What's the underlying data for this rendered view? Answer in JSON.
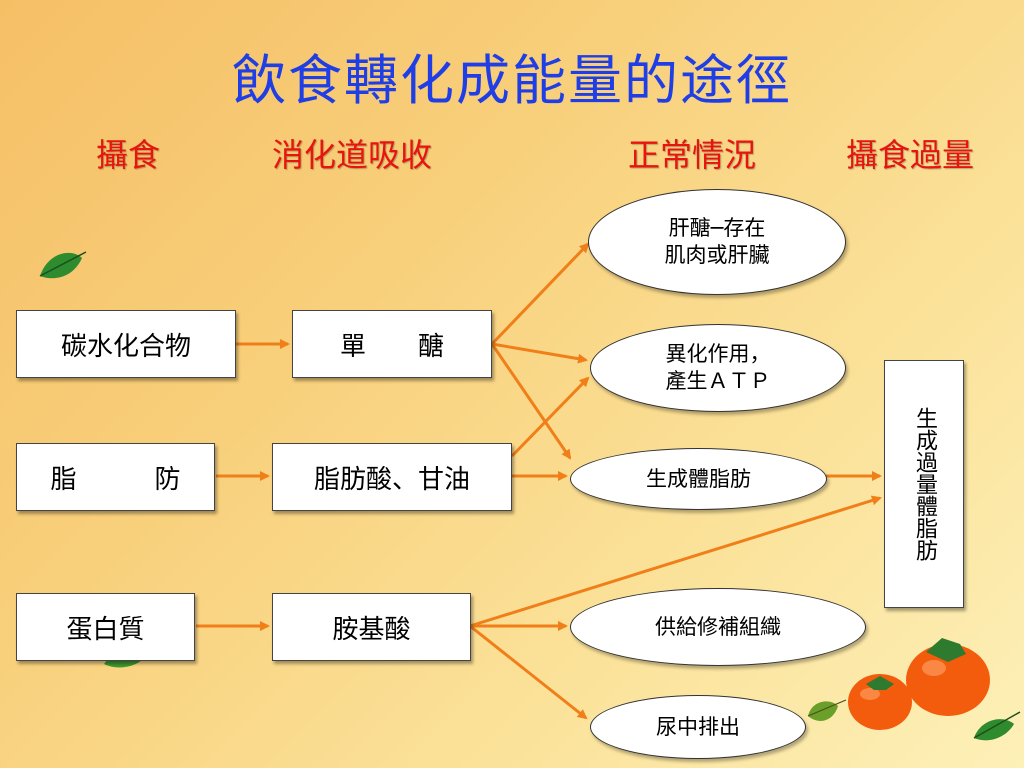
{
  "title": "飲食轉化成能量的途徑",
  "headers": {
    "intake": "攝食",
    "digestion": "消化道吸收",
    "normal": "正常情況",
    "overeating": "攝食過量"
  },
  "intake": {
    "carbohydrate": "碳水化合物",
    "fat": "脂　　　防",
    "protein": "蛋白質"
  },
  "absorbed": {
    "monosaccharide": "單　　醣",
    "fatty_acid_glycerol": "脂肪酸、甘油",
    "amino_acid": "胺基酸"
  },
  "outcomes": {
    "glycogen_line1": "肝醣─存在",
    "glycogen_line2": "肌肉或肝臟",
    "catabolism_line1": "異化作用，",
    "catabolism_line2": "產生ＡＴＰ",
    "body_fat": "生成體脂肪",
    "tissue_repair": "供給修補組織",
    "urine": "尿中排出"
  },
  "excess": "生成過量體脂肪",
  "colors": {
    "title": "#1f3ee6",
    "header": "#e8140f",
    "arrow": "#f07f1a",
    "leaf": "#2e8b2e",
    "fruit": "#f25c0c"
  }
}
